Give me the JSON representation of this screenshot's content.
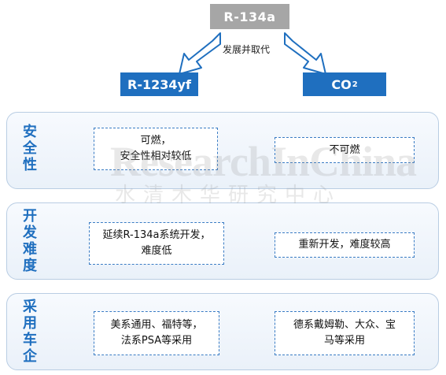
{
  "diagram": {
    "root": "R-134a",
    "relation": "发展并取代",
    "left_branch": "R-1234yf",
    "right_branch_base": "CO",
    "right_branch_sub": "2",
    "rows": [
      {
        "label": "安全性",
        "left": "可燃，\n安全性相对较低",
        "right": "不可燃"
      },
      {
        "label": "开发难度",
        "left": "延续R-134a系统开发，\n难度低",
        "right": "重新开发，难度较高"
      },
      {
        "label": "采用车企",
        "left": "美系通用、福特等，\n法系PSA等采用",
        "right": "德系戴姆勒、大众、宝\n马等采用"
      }
    ]
  },
  "watermark": {
    "en": "ResearchInChina",
    "cn": "水清木华研究中心"
  },
  "colors": {
    "accent": "#1f6fbf",
    "root_bg": "#a6a6a6",
    "row_border": "#b9cde3"
  }
}
